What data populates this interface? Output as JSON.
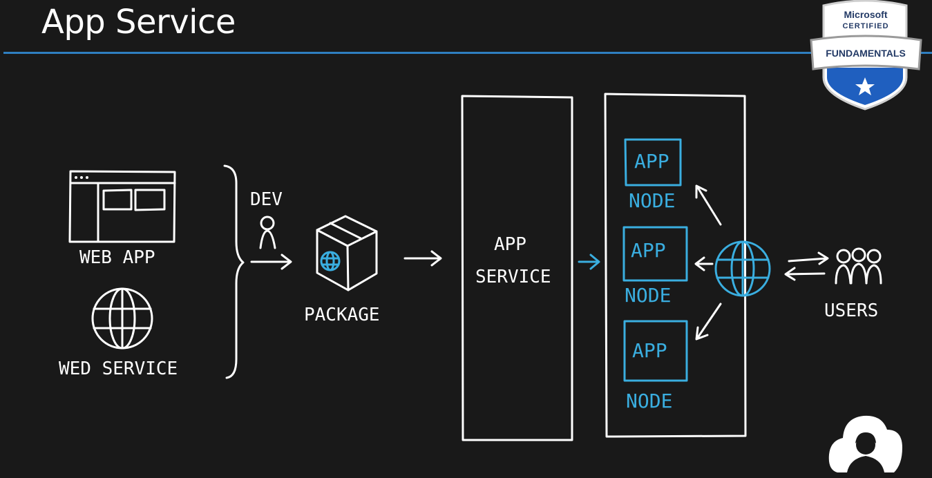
{
  "header": {
    "title": "App Service"
  },
  "badge": {
    "line1": "Microsoft",
    "line2": "CERTIFIED",
    "ribbon": "FUNDAMENTALS",
    "icon": "star-icon",
    "colors": {
      "shield": "#1f5fbf",
      "ribbon": "#ffffff",
      "border": "#d9d9d9"
    }
  },
  "diagram": {
    "labels": {
      "web_app": "WEB APP",
      "web_service": "WED SERVICE",
      "dev": "DEV",
      "package": "PACKAGE",
      "app_service_line1": "APP",
      "app_service_line2": "SERVICE",
      "users": "USERS"
    },
    "nodes": [
      {
        "app": "APP",
        "node": "NODE"
      },
      {
        "app": "APP",
        "node": "NODE"
      },
      {
        "app": "APP",
        "node": "NODE"
      }
    ],
    "colors": {
      "ink": "#ffffff",
      "accent": "#3aaee0",
      "background": "#191919"
    }
  },
  "logo": {
    "icon": "cloud-person-icon"
  }
}
